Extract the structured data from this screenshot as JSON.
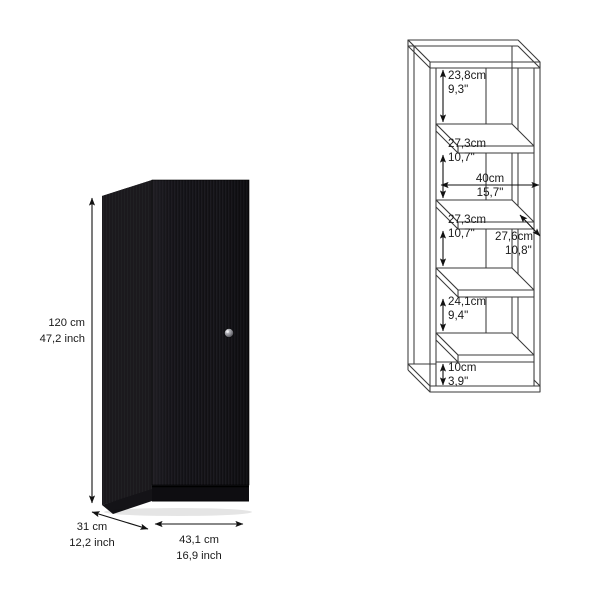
{
  "page": {
    "background_color": "#ffffff",
    "title": "Cabinet dimension spec sheet"
  },
  "product_view": {
    "name": "black-cabinet-photo",
    "description": "Black wood-grain single door storage cabinet",
    "colors": {
      "door_front": "#17161a",
      "side_panel": "#242227",
      "top_panel": "#2b292e",
      "plinth": "#121115",
      "knob": "#8f8f94"
    },
    "handle": {
      "name": "door-knob",
      "type": "round-knob"
    },
    "dimensions": {
      "height": {
        "label_cm": "120 cm",
        "label_inch": "47,2 inch",
        "value_cm": 120,
        "value_inch": 47.2
      },
      "depth": {
        "label_cm": "31 cm",
        "label_inch": "12,2 inch",
        "value_cm": 31,
        "value_inch": 12.2
      },
      "width": {
        "label_cm": "43,1 cm",
        "label_inch": "16,9 inch",
        "value_cm": 43.1,
        "value_inch": 16.9
      }
    }
  },
  "diagram_view": {
    "name": "interior-wireframe-diagram",
    "description": "Line drawing of cabinet interior showing four shelves and five compartments",
    "line_color": "#3a3a3a",
    "fill_color": "#ffffff",
    "shelf_count": 4,
    "compartments": [
      {
        "id": "compartment-1",
        "cm": "23,8cm",
        "inch": "9,3\"",
        "value_cm": 23.8,
        "value_inch": 9.3
      },
      {
        "id": "compartment-2",
        "cm": "27,3cm",
        "inch": "10,7\"",
        "value_cm": 27.3,
        "value_inch": 10.7
      },
      {
        "id": "compartment-3",
        "cm": "27,3cm",
        "inch": "10,7\"",
        "value_cm": 27.3,
        "value_inch": 10.7
      },
      {
        "id": "compartment-4",
        "cm": "24,1cm",
        "inch": "9,4\"",
        "value_cm": 24.1,
        "value_inch": 9.4
      },
      {
        "id": "compartment-5",
        "cm": "10cm",
        "inch": "3,9\"",
        "value_cm": 10,
        "value_inch": 3.9
      }
    ],
    "interior_width": {
      "id": "interior-width",
      "cm": "40cm",
      "inch": "15,7\"",
      "value_cm": 40,
      "value_inch": 15.7
    },
    "shelf_depth": {
      "id": "shelf-depth",
      "cm": "27,6cm",
      "inch": "10,8\"",
      "value_cm": 27.6,
      "value_inch": 10.8
    }
  }
}
